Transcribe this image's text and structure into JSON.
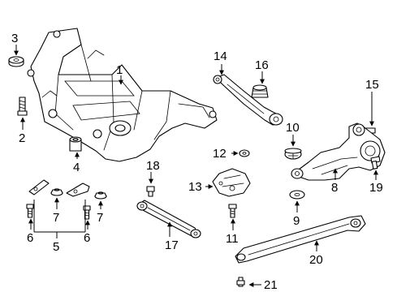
{
  "callouts": [
    "1",
    "2",
    "3",
    "4",
    "5",
    "6",
    "6",
    "7",
    "7",
    "8",
    "9",
    "10",
    "11",
    "12",
    "13",
    "14",
    "15",
    "16",
    "17",
    "18",
    "19",
    "20",
    "21"
  ]
}
